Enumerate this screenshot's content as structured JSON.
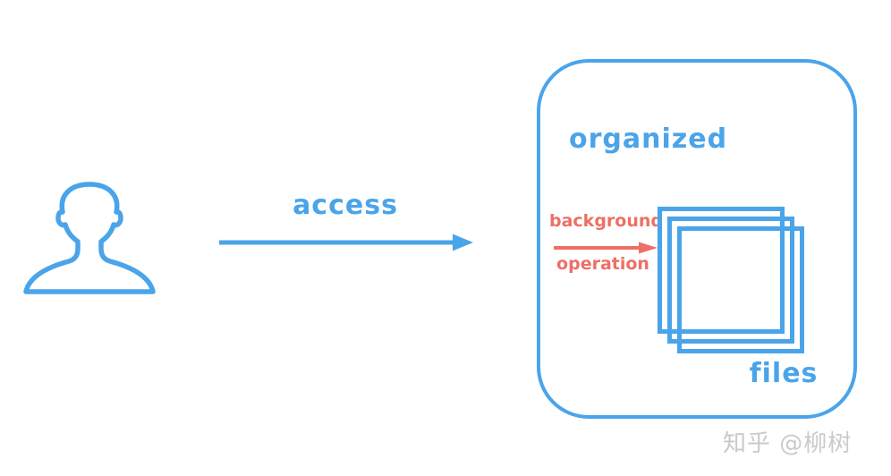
{
  "colors": {
    "blue": "#4AA4EA",
    "red": "#EC7066",
    "watermark_gray": "#C9CACB",
    "background": "#FFFFFF"
  },
  "diagram": {
    "actor": {
      "icon": "person-outline-icon"
    },
    "access_flow": {
      "label": "access",
      "icon": "right-arrow-icon"
    },
    "organized_box": {
      "title": "organized",
      "background_operation": {
        "line1": "background",
        "line2": "operation",
        "icon": "right-arrow-icon"
      },
      "files": {
        "label": "files",
        "icon": "stacked-squares-icon",
        "stack_count": 3
      }
    }
  },
  "watermark": {
    "text": "知乎 @柳树"
  }
}
